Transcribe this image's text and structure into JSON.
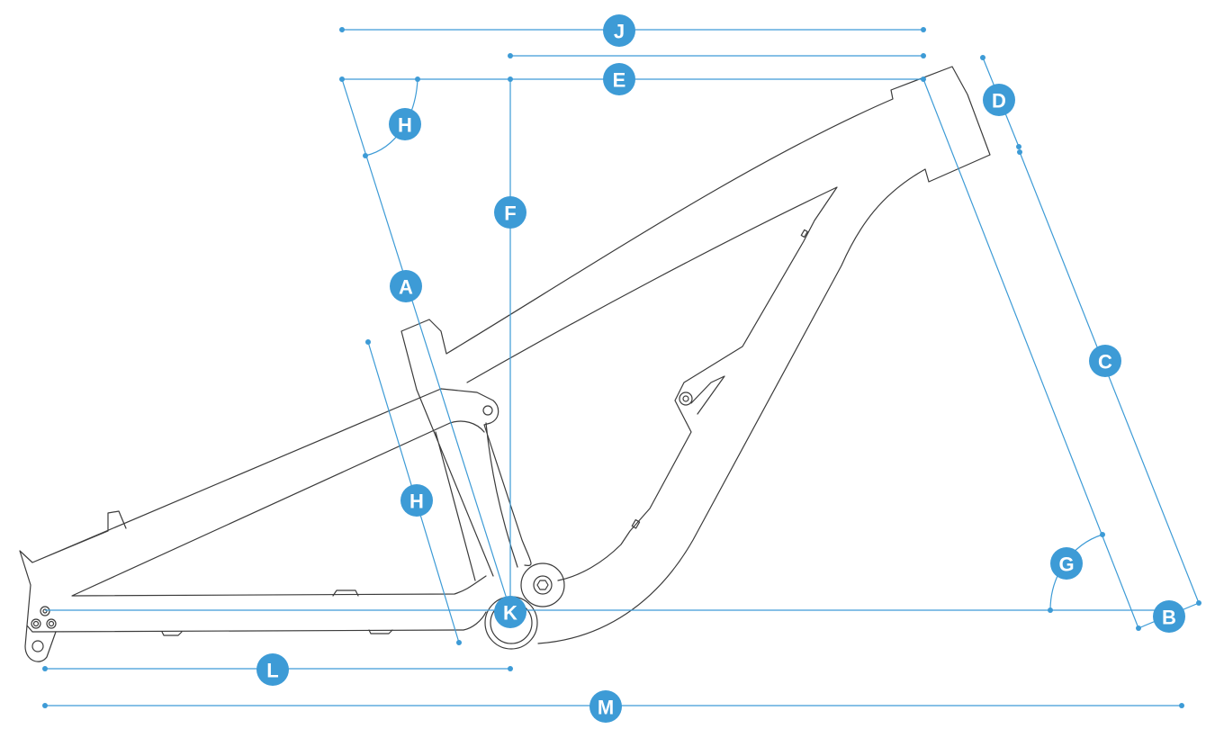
{
  "labels": {
    "A": "A",
    "B": "B",
    "C": "C",
    "D": "D",
    "E": "E",
    "F": "F",
    "G": "G",
    "H": "H",
    "J": "J",
    "K": "K",
    "L": "L",
    "M": "M"
  },
  "colors": {
    "accent": "#3d9bd6",
    "frame_stroke": "#3b3b3b",
    "background": "#ffffff"
  }
}
